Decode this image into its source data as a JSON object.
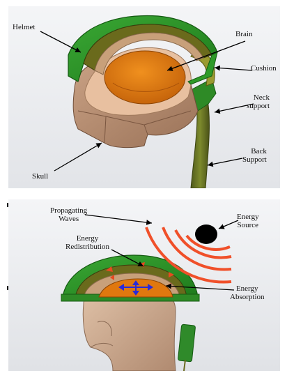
{
  "top_figure": {
    "labels": {
      "helmet": "Helmet",
      "brain": "Brain",
      "cushion": "Cushion",
      "neck_support_line1": "Neck",
      "neck_support_line2": "support",
      "skull": "Skull",
      "back_support_line1": "Back",
      "back_support_line2": "Support"
    }
  },
  "bottom_figure": {
    "labels": {
      "propagating_waves_line1": "Propagating",
      "propagating_waves_line2": "Waves",
      "energy_source_line1": "Energy",
      "energy_source_line2": "Source",
      "energy_redistribution_line1": "Energy",
      "energy_redistribution_line2": "Redistribution",
      "energy_absorption_line1": "Energy",
      "energy_absorption_line2": "Absorption"
    }
  },
  "colors": {
    "helmet_green": "#2f9a2a",
    "helmet_dark_green": "#1e6e1a",
    "brain_orange": "#e0780f",
    "skull_tan": "#b58a6e",
    "cushion_olive": "#9a8a2a",
    "wave_red": "#f0502a",
    "energy_source_black": "#000000",
    "arrow_blue": "#2a2ad8"
  }
}
